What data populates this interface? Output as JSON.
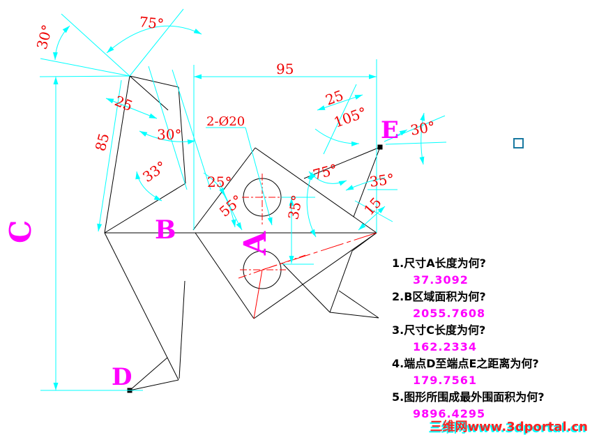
{
  "labels": {
    "A": "A",
    "B": "B",
    "C": "C",
    "D": "D",
    "E": "E"
  },
  "dims": {
    "d95": "95",
    "d25_top_left": "25",
    "a30_top_left": "30°",
    "a75_top_left": "75°",
    "d85": "85",
    "a30_mid": "30°",
    "a33": "33°",
    "a25_center": "25°",
    "a55": "55°",
    "note_holes": "2-Ø20",
    "a35_center": "35°",
    "a75_mid": "75°",
    "d25_top_right": "25",
    "a105": "105°",
    "a30_right": "30°",
    "a35_right": "35°",
    "d15": "15"
  },
  "questions": [
    {
      "q": "1.尺寸A长度为何?",
      "a": "37.3092"
    },
    {
      "q": "2.B区域面积为何?",
      "a": "2055.7608"
    },
    {
      "q": "3.尺寸C长度为何?",
      "a": "162.2334"
    },
    {
      "q": "4.端点D至端点E之距离为何?",
      "a": "179.7561"
    },
    {
      "q": "5.图形所围成最外围面积为何?",
      "a": "9896.4295"
    }
  ],
  "watermark": "三维网www.3dportal.cn",
  "colors": {
    "dimension": "#00ffff",
    "dim_text": "#ee0000",
    "point_label": "#ff00ff",
    "geometry": "#000000",
    "centerline": "#ff0000",
    "watermark": "#ff2222",
    "marker_square": "#1878a0"
  }
}
